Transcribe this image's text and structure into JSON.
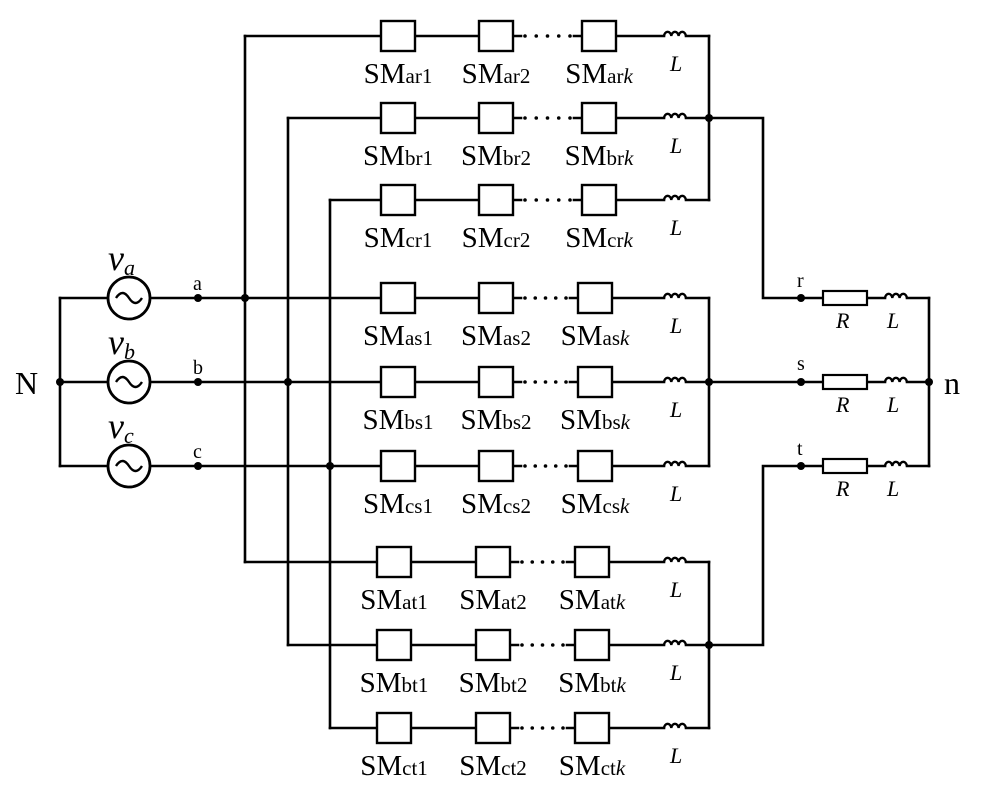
{
  "nodes": {
    "neutral_left": "N",
    "neutral_right": "n",
    "a": "a",
    "b": "b",
    "c": "c",
    "r": "r",
    "s": "s",
    "t": "t"
  },
  "sources": [
    {
      "main": "v",
      "sub": "a"
    },
    {
      "main": "v",
      "sub": "b"
    },
    {
      "main": "v",
      "sub": "c"
    }
  ],
  "symbols": {
    "inductor": "L",
    "resistor": "R"
  },
  "arms": [
    {
      "labels": [
        [
          "SM",
          "ar1"
        ],
        [
          "SM",
          "ar2"
        ],
        [
          "SM",
          "ar",
          "k"
        ]
      ]
    },
    {
      "labels": [
        [
          "SM",
          "br1"
        ],
        [
          "SM",
          "br2"
        ],
        [
          "SM",
          "br",
          "k"
        ]
      ]
    },
    {
      "labels": [
        [
          "SM",
          "cr1"
        ],
        [
          "SM",
          "cr2"
        ],
        [
          "SM",
          "cr",
          "k"
        ]
      ]
    },
    {
      "labels": [
        [
          "SM",
          "as1"
        ],
        [
          "SM",
          "as2"
        ],
        [
          "SM",
          "as",
          "k"
        ]
      ]
    },
    {
      "labels": [
        [
          "SM",
          "bs1"
        ],
        [
          "SM",
          "bs2"
        ],
        [
          "SM",
          "bs",
          "k"
        ]
      ]
    },
    {
      "labels": [
        [
          "SM",
          "cs1"
        ],
        [
          "SM",
          "cs2"
        ],
        [
          "SM",
          "cs",
          "k"
        ]
      ]
    },
    {
      "labels": [
        [
          "SM",
          "at1"
        ],
        [
          "SM",
          "at2"
        ],
        [
          "SM",
          "at",
          "k"
        ]
      ]
    },
    {
      "labels": [
        [
          "SM",
          "bt1"
        ],
        [
          "SM",
          "bt2"
        ],
        [
          "SM",
          "bt",
          "k"
        ]
      ]
    },
    {
      "labels": [
        [
          "SM",
          "ct1"
        ],
        [
          "SM",
          "ct2"
        ],
        [
          "SM",
          "ct",
          "k"
        ]
      ]
    }
  ]
}
